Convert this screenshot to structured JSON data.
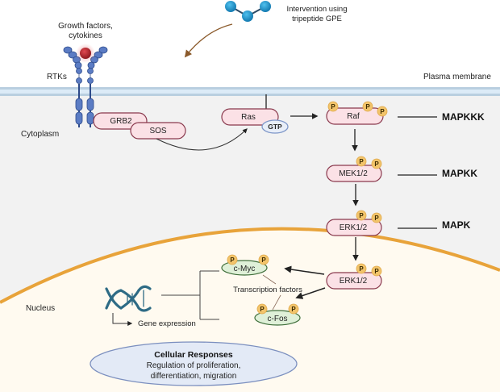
{
  "title": "MAPK signaling pathway with tripeptide GPE intervention",
  "labels": {
    "growth_factors": [
      "Growth factors,",
      "cytokines"
    ],
    "intervention": [
      "Intervention using",
      "tripeptide GPE"
    ],
    "rtks": "RTKs",
    "plasma_membrane": "Plasma membrane",
    "cytoplasm": "Cytoplasm",
    "nucleus": "Nucleus",
    "transcription_factors": "Transcription factors",
    "gene_expression": "Gene expression"
  },
  "proteins": {
    "grb2": "GRB2",
    "sos": "SOS",
    "ras": "Ras",
    "gtp": "GTP",
    "raf": "Raf",
    "mek": "MEK1/2",
    "erk_cyto": "ERK1/2",
    "erk_nuc": "ERK1/2",
    "cmyc": "c-Myc",
    "cfos": "c-Fos"
  },
  "phospho_label": "P",
  "tiers": {
    "mapkkk": "MAPKKK",
    "mapkk": "MAPKK",
    "mapk": "MAPK"
  },
  "cellular_responses": {
    "title": "Cellular Responses",
    "lines": [
      "Regulation of proliferation,",
      "differentiation, migration"
    ]
  },
  "colors": {
    "cytoplasm_bg": "#f2f2f2",
    "nucleus_bg": "#fffaf0",
    "nuclear_envelope": "#e8a33a",
    "membrane_outer": "#b9cfe0",
    "membrane_inner": "#dcebf7",
    "protein_fill": "#fbe1e6",
    "protein_stroke": "#8a3a4e",
    "tf_fill": "#dff0d8",
    "tf_stroke": "#3f6e3a",
    "phospho_fill": "#f2c46b",
    "gtp_fill": "#e8eef8",
    "gtp_stroke": "#7d96c8",
    "receptor": "#5b7cc4",
    "ligand": "#b5262b",
    "peptide": "#1e9ad6",
    "dna": "#2e6b85",
    "response_fill": "#e3eaf6",
    "response_stroke": "#7b8fbf",
    "intervention_arrow": "#8b5a2b"
  }
}
